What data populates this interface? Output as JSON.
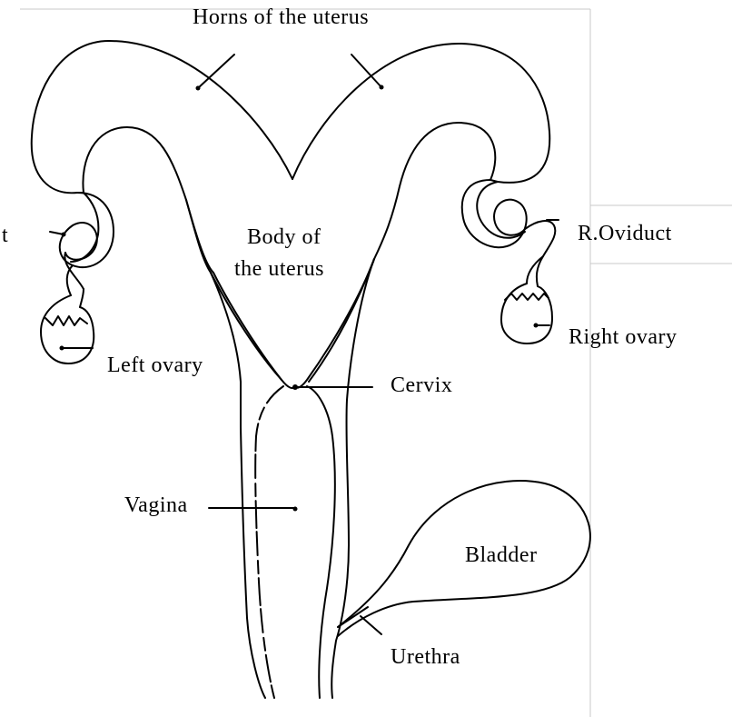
{
  "diagram": {
    "labels": {
      "horns": "Horns of the uterus",
      "body_line1": "Body of",
      "body_line2": "the uterus",
      "left_oviduct_fragment": "t",
      "right_oviduct": "R.Oviduct",
      "right_ovary": "Right ovary",
      "left_ovary": "Left ovary",
      "cervix": "Cervix",
      "vagina": "Vagina",
      "bladder": "Bladder",
      "urethra": "Urethra"
    },
    "colors": {
      "ink": "#000000",
      "background": "#ffffff",
      "frame_rule": "#c8c8c8"
    }
  }
}
